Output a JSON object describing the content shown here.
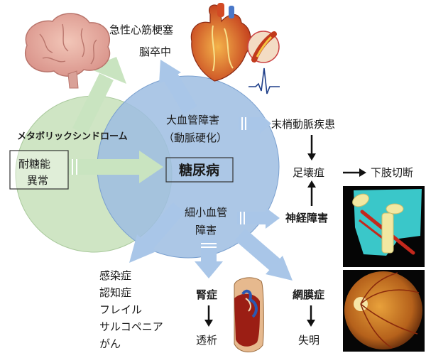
{
  "colors": {
    "metabolic_circle": "#cfe5c4",
    "diabetes_circle": "#9dbde2",
    "arrow_green": "#c9e4c0",
    "arrow_blue": "#a9c6e8",
    "arrow_black": "#111111"
  },
  "labels": {
    "mi": "急性心筋梗塞",
    "stroke": "脳卒中",
    "macro_1": "大血管障害",
    "macro_2": "（動脈硬化）",
    "pad": "末梢動脈疾患",
    "metabolic": "メタボリックシンドローム",
    "igt_1": "耐糖能",
    "igt_2": "異常",
    "diabetes": "糖尿病",
    "foot": "足壊疽",
    "amputation": "下肢切断",
    "micro_1": "細小血管",
    "micro_2": "障害",
    "neuropathy": "神経障害",
    "other_1": "感染症",
    "other_2": "認知症",
    "other_3": "フレイル",
    "other_4": "サルコペニア",
    "other_5": "がん",
    "nephropathy": "腎症",
    "dialysis": "透析",
    "retinopathy": "網膜症",
    "blindness": "失明"
  },
  "icons": [
    "brain-icon",
    "heart-icon",
    "ecg-icon",
    "crutch-icon",
    "kidney-icon",
    "retina-icon"
  ]
}
